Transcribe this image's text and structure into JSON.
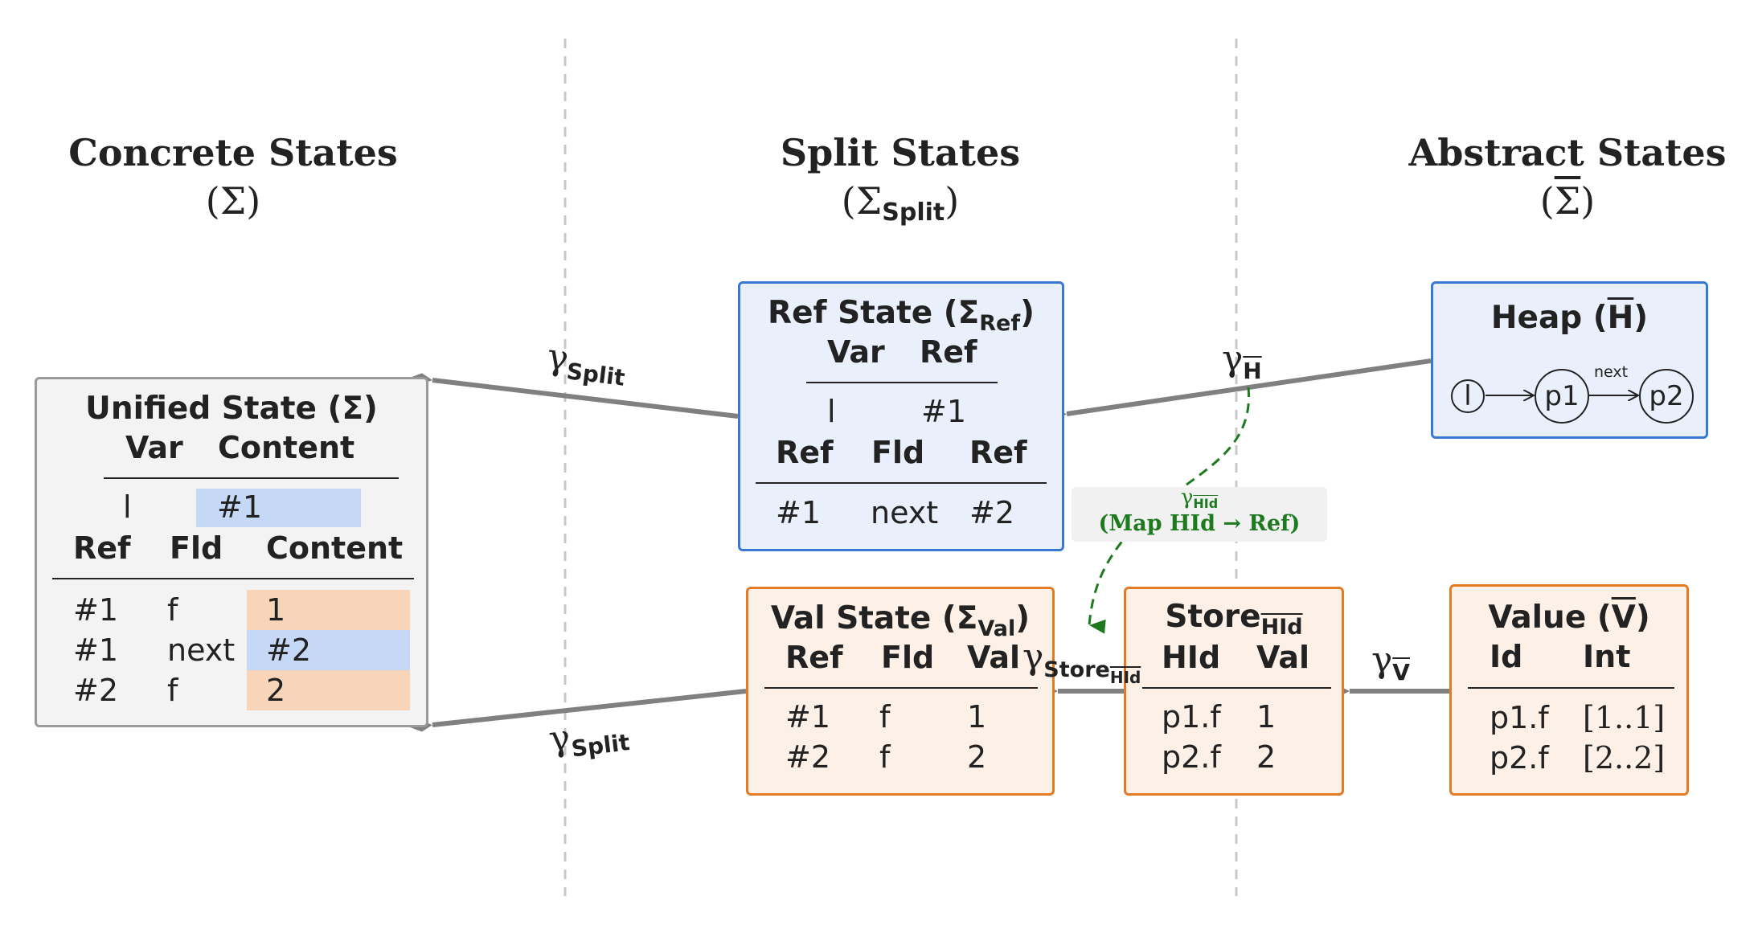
{
  "columns": {
    "concrete": {
      "title": "Concrete States",
      "symbol": "(Σ)"
    },
    "split": {
      "title": "Split States",
      "symbol_open": "(Σ",
      "symbol_sub": "Split",
      "symbol_close": ")"
    },
    "abstract": {
      "title": "Abstract States",
      "symbol_open": "(",
      "symbol_bar": "Σ",
      "symbol_close": ")"
    }
  },
  "unified_state": {
    "title": "Unified State (Σ)",
    "var_headers": [
      "Var",
      "Content"
    ],
    "var_rows": [
      [
        "l",
        "#1"
      ]
    ],
    "heap_headers": [
      "Ref",
      "Fld",
      "Content"
    ],
    "heap_rows": [
      [
        "#1",
        "f",
        "1"
      ],
      [
        "#1",
        "next",
        "#2"
      ],
      [
        "#2",
        "f",
        "2"
      ]
    ]
  },
  "ref_state": {
    "title_main": "Ref State (Σ",
    "title_sub": "Ref",
    "title_close": ")",
    "var_headers": [
      "Var",
      "Ref"
    ],
    "var_rows": [
      [
        "l",
        "#1"
      ]
    ],
    "heap_headers": [
      "Ref",
      "Fld",
      "Ref"
    ],
    "heap_rows": [
      [
        "#1",
        "next",
        "#2"
      ]
    ]
  },
  "val_state": {
    "title_main": "Val State (Σ",
    "title_sub": "Val",
    "title_close": ")",
    "headers": [
      "Ref",
      "Fld",
      "Val"
    ],
    "rows": [
      [
        "#1",
        "f",
        "1"
      ],
      [
        "#2",
        "f",
        "2"
      ]
    ]
  },
  "heap": {
    "title_main": "Heap (",
    "title_bar": "H",
    "title_close": ")",
    "nodes": [
      "l",
      "p1",
      "p2"
    ],
    "edge_label": "next"
  },
  "store": {
    "title_main": "Store",
    "title_sub": "HId",
    "headers": [
      "HId",
      "Val"
    ],
    "rows": [
      [
        "p1.f",
        "1"
      ],
      [
        "p2.f",
        "2"
      ]
    ]
  },
  "value": {
    "title_main": "Value (",
    "title_bar": "V",
    "title_close": ")",
    "headers": [
      "Id",
      "Int"
    ],
    "rows": [
      [
        "p1.f",
        "[1..1]"
      ],
      [
        "p2.f",
        "[2..2]"
      ]
    ]
  },
  "arrows": {
    "gamma_symbol": "γ",
    "split_top_sub": "Split",
    "split_bottom_sub": "Split",
    "heap_sub": "H",
    "store_sub_main": "Store",
    "store_sub_bar": "HId",
    "value_sub": "V"
  },
  "annotation": {
    "gamma_sub": "HId",
    "text": "(Map HId → Ref)"
  },
  "colors": {
    "blue_border": "#3a78d4",
    "blue_fill": "#e9f0fc",
    "orange_border": "#e57a25",
    "orange_fill": "#fdf0e6",
    "gray_border": "#9a9a9a",
    "arrow": "#808080",
    "annotation_green": "#1e7a1e",
    "highlight_blue": "#c5d9f6",
    "highlight_orange": "#f8d4b8"
  }
}
